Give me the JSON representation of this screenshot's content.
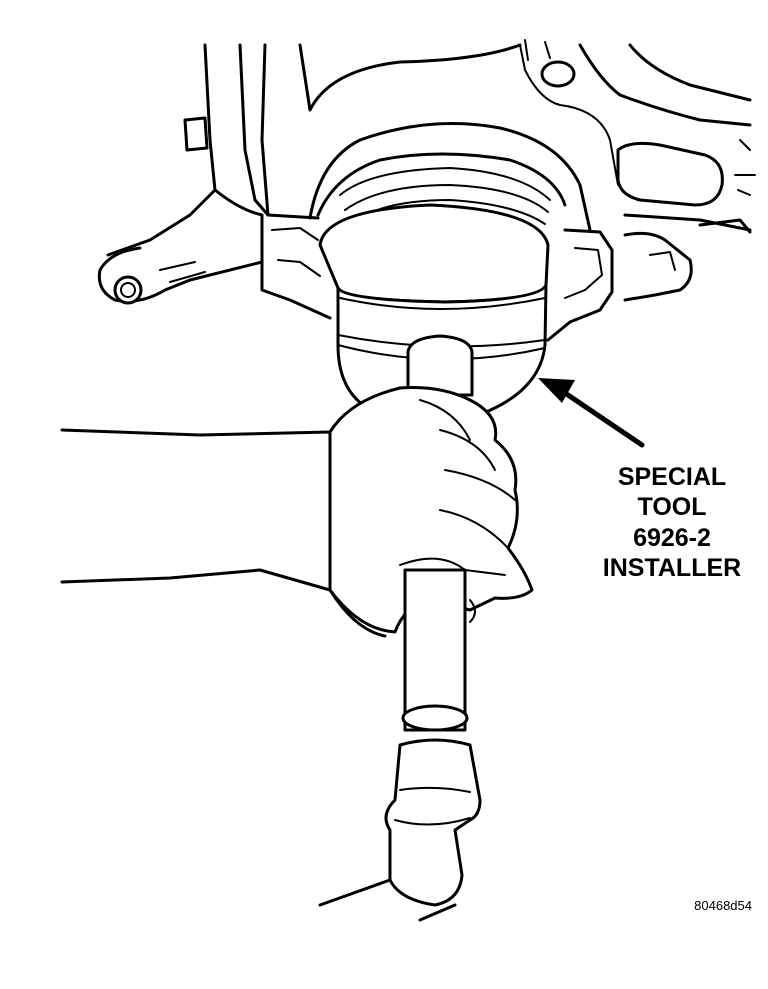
{
  "figure": {
    "callout_lines": [
      "SPECIAL",
      "TOOL",
      "6926-2",
      "INSTALLER"
    ],
    "figure_id": "80468d54"
  }
}
